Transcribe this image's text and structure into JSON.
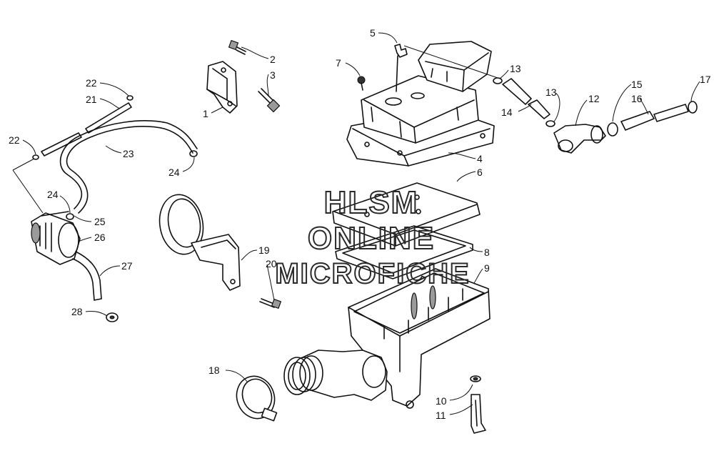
{
  "watermark": {
    "line1": "HLSM",
    "line2": "ONLINE",
    "line3": "MICROFICHE"
  },
  "callouts": {
    "c1": "1",
    "c2": "2",
    "c3": "3",
    "c4": "4",
    "c5": "5",
    "c6": "6",
    "c7": "7",
    "c8": "8",
    "c9": "9",
    "c10": "10",
    "c11": "11",
    "c12": "12",
    "c13a": "13",
    "c13b": "13",
    "c14": "14",
    "c15": "15",
    "c16": "16",
    "c17": "17",
    "c18": "18",
    "c19": "19",
    "c20": "20",
    "c21": "21",
    "c22a": "22",
    "c22b": "22",
    "c23": "23",
    "c24a": "24",
    "c24b": "24",
    "c25": "25",
    "c26": "26",
    "c27": "27",
    "c28": "28"
  }
}
